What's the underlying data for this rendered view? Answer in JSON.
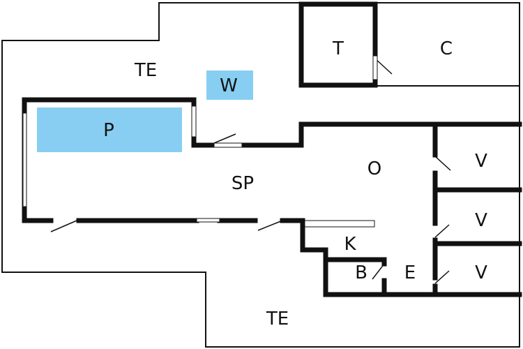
{
  "colors": {
    "wall": "#111111",
    "background": "#ffffff",
    "pool": "#87cef2",
    "spa": "#87cef2"
  },
  "rooms": {
    "terrace_top": "TE",
    "spa": "W",
    "pool": "P",
    "toilet": "T",
    "closet": "C",
    "living": "SP",
    "open": "O",
    "bedroom_1": "V",
    "bedroom_2": "V",
    "bedroom_3": "V",
    "kitchen": "K",
    "bathroom": "B",
    "entrance": "E",
    "terrace_bottom": "TE"
  }
}
